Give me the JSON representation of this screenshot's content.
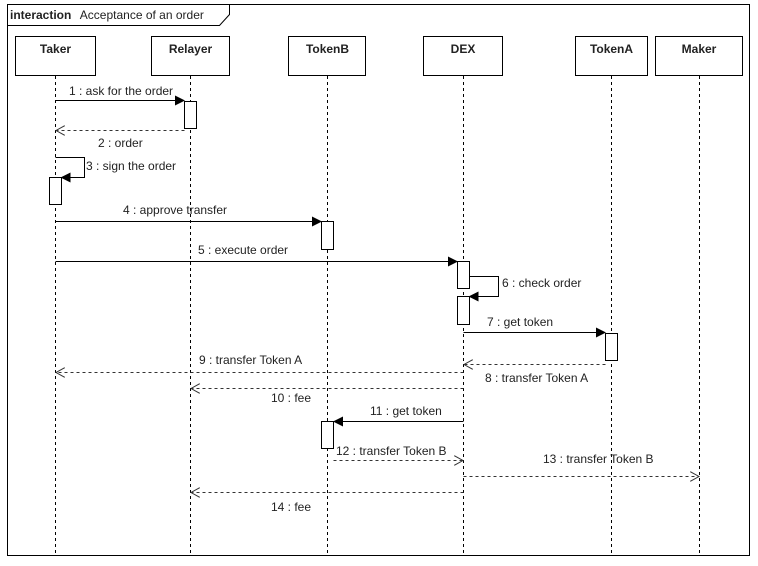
{
  "frame": {
    "keyword": "interaction",
    "name": "Acceptance of an order"
  },
  "lifelines": [
    {
      "id": "taker",
      "label": "Taker"
    },
    {
      "id": "relayer",
      "label": "Relayer"
    },
    {
      "id": "tokenb",
      "label": "TokenB"
    },
    {
      "id": "dex",
      "label": "DEX"
    },
    {
      "id": "tokena",
      "label": "TokenA"
    },
    {
      "id": "maker",
      "label": "Maker"
    }
  ],
  "messages": [
    {
      "label": "1 : ask for the order",
      "from": "taker",
      "to": "relayer",
      "kind": "sync"
    },
    {
      "label": "2 : order",
      "from": "relayer",
      "to": "taker",
      "kind": "reply"
    },
    {
      "label": "3 : sign the order",
      "from": "taker",
      "to": "taker",
      "kind": "self"
    },
    {
      "label": "4 : approve transfer",
      "from": "taker",
      "to": "tokenb",
      "kind": "sync"
    },
    {
      "label": "5 : execute order",
      "from": "taker",
      "to": "dex",
      "kind": "sync"
    },
    {
      "label": "6 : check order",
      "from": "dex",
      "to": "dex",
      "kind": "self"
    },
    {
      "label": "7 : get token",
      "from": "dex",
      "to": "tokena",
      "kind": "sync"
    },
    {
      "label": "8 : transfer Token A",
      "from": "tokena",
      "to": "dex",
      "kind": "reply"
    },
    {
      "label": "9 : transfer Token A",
      "from": "dex",
      "to": "taker",
      "kind": "reply"
    },
    {
      "label": "10 : fee",
      "from": "dex",
      "to": "relayer",
      "kind": "reply"
    },
    {
      "label": "11 : get token",
      "from": "dex",
      "to": "tokenb",
      "kind": "sync"
    },
    {
      "label": "12 : transfer Token B",
      "from": "tokenb",
      "to": "dex",
      "kind": "reply"
    },
    {
      "label": "13 : transfer Token B",
      "from": "dex",
      "to": "maker",
      "kind": "reply"
    },
    {
      "label": "14 : fee",
      "from": "dex",
      "to": "relayer",
      "kind": "reply"
    }
  ]
}
